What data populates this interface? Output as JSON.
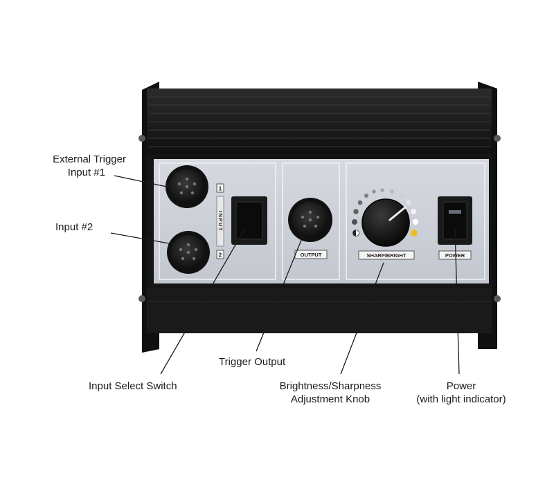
{
  "panel": {
    "input_one_digit": "1",
    "input_two_digit": "2",
    "input_label": "INPUT",
    "output_label": "OUTPUT",
    "knob_label": "SHARP/BRIGHT",
    "power_label": "POWER"
  },
  "callouts": {
    "external_trigger_line1": "External Trigger",
    "external_trigger_line2": "Input #1",
    "input_two": "Input #2",
    "input_select_switch": "Input Select Switch",
    "trigger_output": "Trigger Output",
    "knob_line1": "Brightness/Sharpness",
    "knob_line2": "Adjustment Knob",
    "power_line1": "Power",
    "power_line2": "(with light indicator)"
  },
  "colors": {
    "housing": "#1c1c1e",
    "panel": "#cfd2d9",
    "accent_dot": "#e9c02a"
  }
}
